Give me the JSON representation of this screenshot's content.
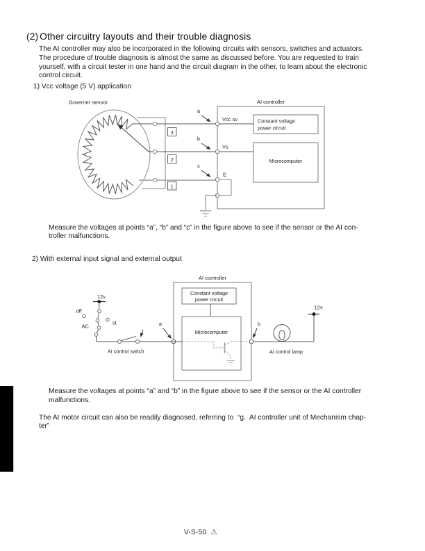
{
  "doc": {
    "section": {
      "number": "(2)",
      "title": "Other circuitry layouts and their trouble diagnosis"
    },
    "intro": "The AI controller may also be incorporated in the following circuits with sensors, switches and actuators.\nThe procedure of trouble diagnosis is almost the same as discussed before. You are requested to train\nyourself, with a circuit tester in one hand and the circuit diagram in the other, to learn about the electronic\ncontrol circuit.",
    "sub1": "1) Vcc voltage (5 V) application",
    "sub2": "2) With external input signal and external output",
    "measure1": "Measure the voltages at points “a”, “b” and “c” in the figure above to see if the sensor or the AI con-\ntroller malfunctions.",
    "measure2": "Measure the voltages at points “a” and “b” in the figure above to see if the sensor or the AI controller\nmalfunctions.",
    "closing": "The AI motor circuit can also be readily diagnosed, referring to  “g.  AI controller unit of Mechanism chap-\nter”",
    "footer": {
      "page_number": "V-S-50",
      "warning_icon": "⚠"
    }
  },
  "diagram1": {
    "sensor_label": "Governer sensor",
    "controller_label": "AI controller",
    "terminal_vcc": "Vcc sv",
    "terminal_vs": "Vs",
    "terminal_e": "E",
    "pin3": "3",
    "pin2": "2",
    "pin1": "1",
    "point_a": "a",
    "point_b": "b",
    "point_c": "c",
    "cv_line1": "Constant voltage",
    "cv_line2": "power circuit",
    "micro": "Microcomputer"
  },
  "diagram2": {
    "controller_label": "AI controller",
    "supply_left": "12v",
    "supply_right": "12v",
    "pos_off": "off",
    "pos_ac": "AC",
    "pos_st": "st",
    "switch_label": "AI control switch",
    "lamp_label": "AI control lamp",
    "point_a": "a",
    "point_b": "b",
    "cv_line1": "Constant voltage",
    "cv_line2": "power circuit",
    "micro": "Microcomputer"
  },
  "colors": {
    "ink": "#1a1a1a",
    "line_dark": "#555555",
    "line_gray": "#9a9a9a",
    "bar": "#000000"
  }
}
